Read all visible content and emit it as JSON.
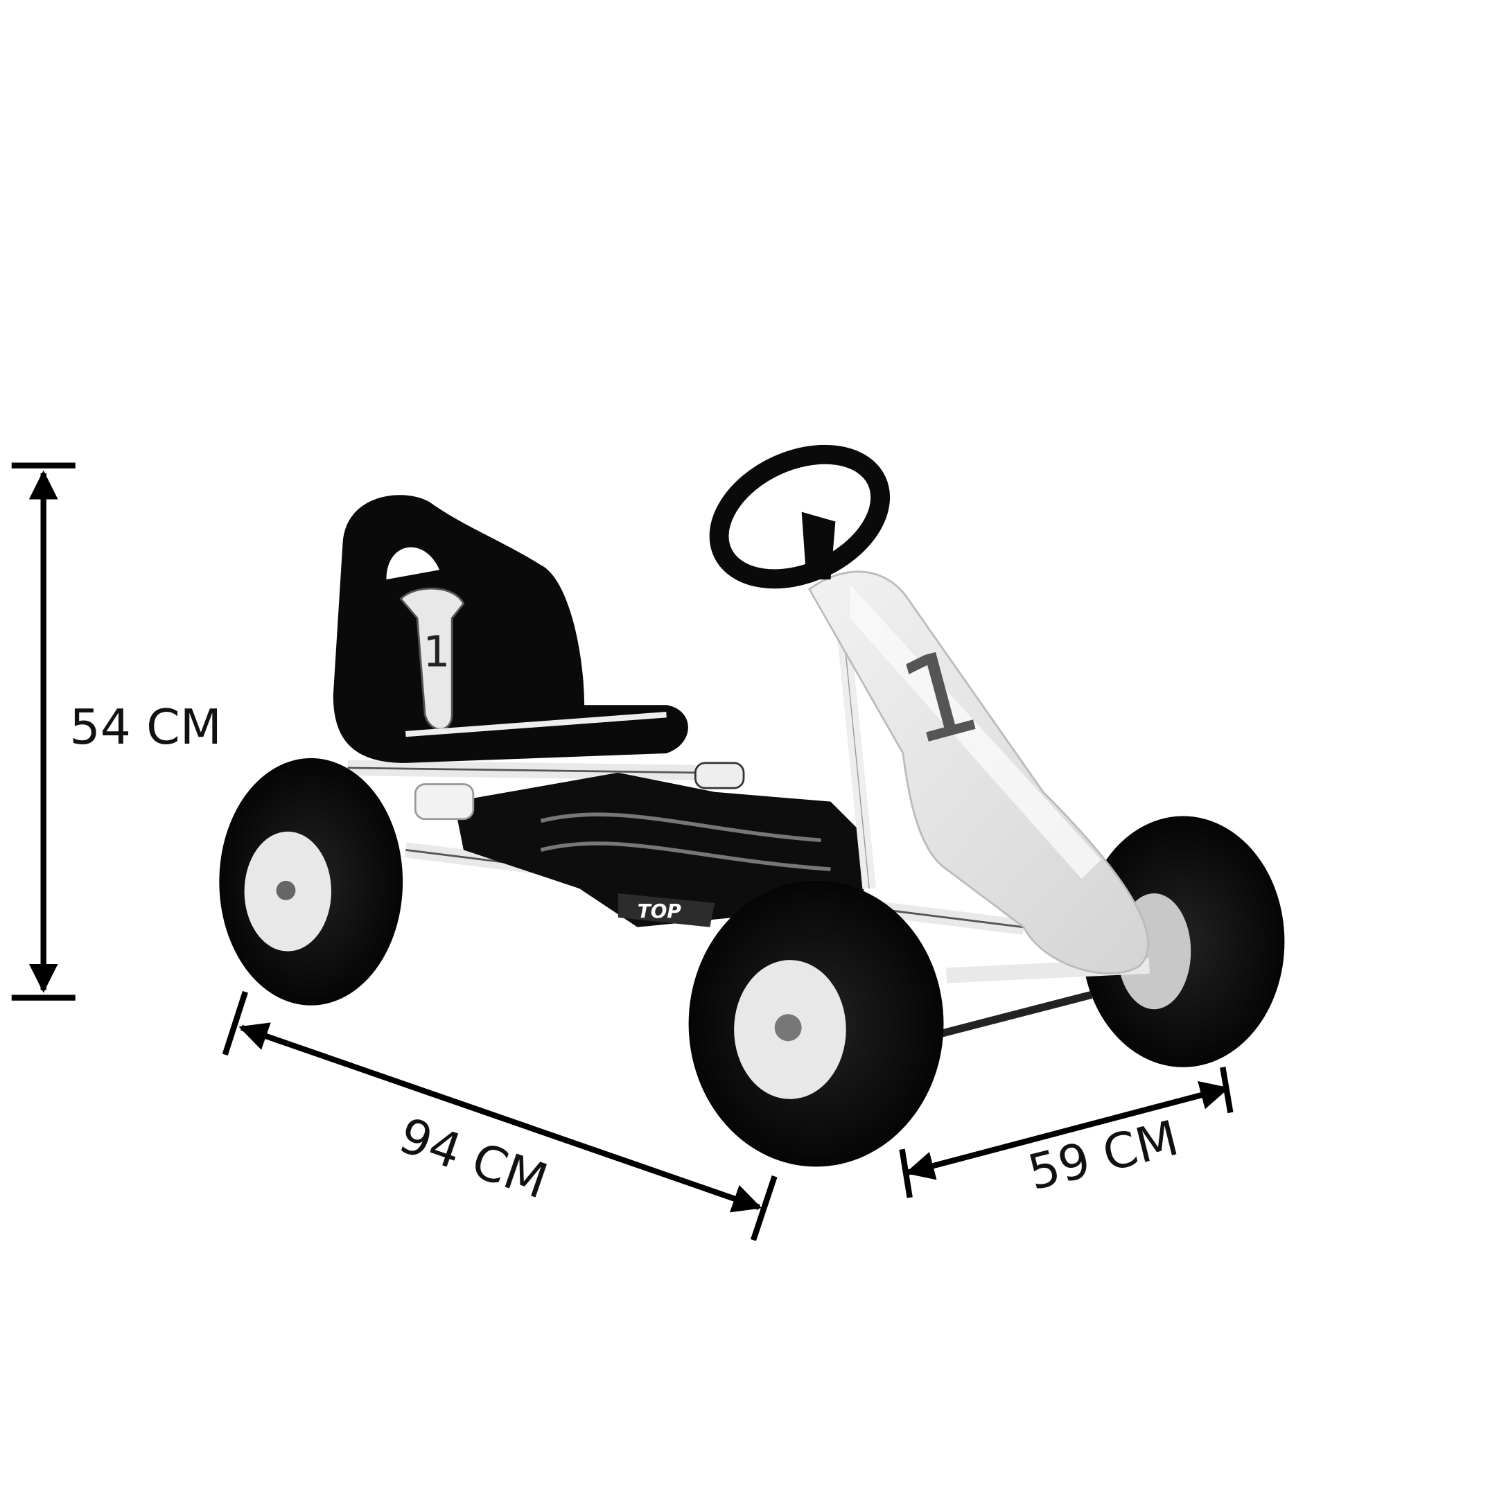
{
  "product": {
    "logo_text": "TOP",
    "seat_number": "1",
    "front_number": "1"
  },
  "dimensions": {
    "height": "54 CM",
    "length": "94 CM",
    "width": "59 CM"
  },
  "colors": {
    "body_black": "#0b0b0b",
    "body_white": "#e6e6e6",
    "arrow": "#000000"
  }
}
